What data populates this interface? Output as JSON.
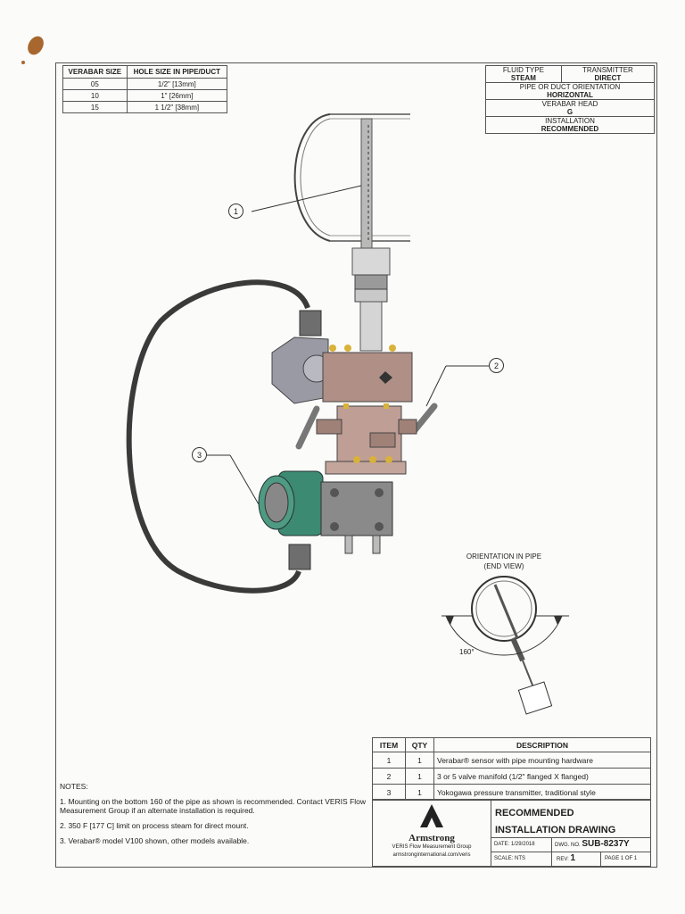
{
  "size_table": {
    "headers": [
      "VERABAR SIZE",
      "HOLE SIZE IN PIPE/DUCT"
    ],
    "rows": [
      [
        "05",
        "1/2\" [13mm]"
      ],
      [
        "10",
        "1\" [26mm]"
      ],
      [
        "15",
        "1 1/2\" [38mm]"
      ]
    ]
  },
  "info_table": {
    "fluid_type_label": "FLUID TYPE",
    "fluid_type_value": "STEAM",
    "transmitter_label": "TRANSMITTER",
    "transmitter_value": "DIRECT",
    "orientation_label": "PIPE OR DUCT ORIENTATION",
    "orientation_value": "HORIZONTAL",
    "head_label": "VERABAR HEAD",
    "head_value": "G",
    "installation_label": "INSTALLATION",
    "installation_value": "RECOMMENDED"
  },
  "callouts": [
    "1",
    "2",
    "3"
  ],
  "orientation_view": {
    "title": "ORIENTATION IN PIPE",
    "subtitle": "(END VIEW)",
    "angle": "160°"
  },
  "items_table": {
    "headers": [
      "ITEM",
      "QTY",
      "DESCRIPTION"
    ],
    "rows": [
      [
        "1",
        "1",
        "Verabar® sensor with pipe mounting hardware"
      ],
      [
        "2",
        "1",
        "3 or 5 valve manifold (1/2\" flanged X flanged)"
      ],
      [
        "3",
        "1",
        "Yokogawa pressure transmitter, traditional style"
      ]
    ]
  },
  "notes": {
    "heading": "NOTES:",
    "items": [
      "1. Mounting on the bottom 160  of the pipe as shown is recommended. Contact VERIS Flow Measurement Group if an alternate installation is required.",
      "2. 350  F [177  C] limit on process steam for direct mount.",
      "3. Verabar® model V100 shown, other models available."
    ]
  },
  "title_block": {
    "brand": "Armstrong",
    "group": "VERIS Flow Measurement Group",
    "website": "armstronginternational.com/veris",
    "title_line1": "RECOMMENDED",
    "title_line2": "INSTALLATION DRAWING",
    "date_label": "DATE:",
    "date": "1/29/2018",
    "dwg_label": "DWG. NO.",
    "dwg_no": "SUB-8237Y",
    "scale_label": "SCALE: NTS",
    "rev_label": "REV:",
    "rev": "1",
    "page": "PAGE 1 OF 1"
  },
  "colors": {
    "brass": "#d9b23a",
    "manifold": "#b08f86",
    "transmitter_green": "#3d8a72",
    "hose": "#3a3a3a"
  }
}
